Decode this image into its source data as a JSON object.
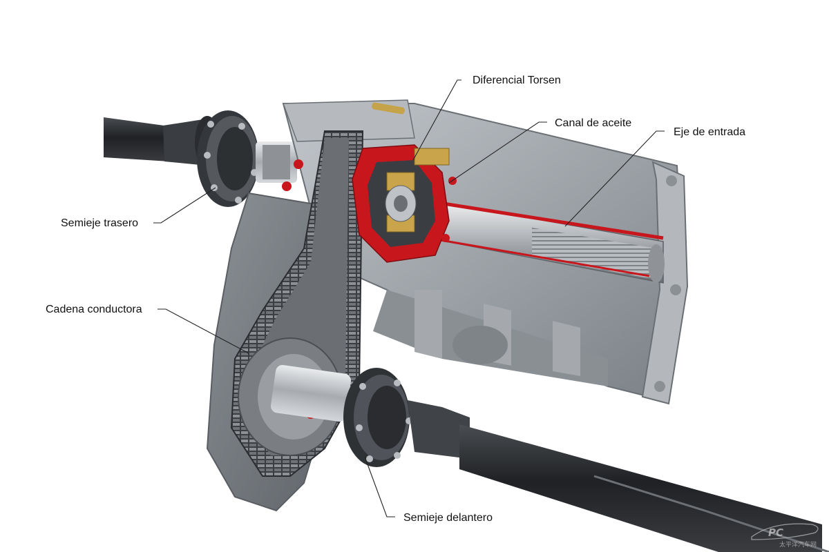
{
  "labels": {
    "diferencial": "Diferencial Torsen",
    "canal": "Canal de aceite",
    "eje": "Eje de entrada",
    "trasero": "Semieje trasero",
    "cadena": "Cadena conductora",
    "delantero": "Semieje delantero"
  },
  "watermark": {
    "logo": "PC",
    "subtext": "太平洋汽车网"
  },
  "colors": {
    "housing": "#9ea3a8",
    "housing_dark": "#5d6166",
    "shaft": "#2b2d30",
    "cutaway_red": "#c8161d",
    "brass": "#c9a44a"
  }
}
